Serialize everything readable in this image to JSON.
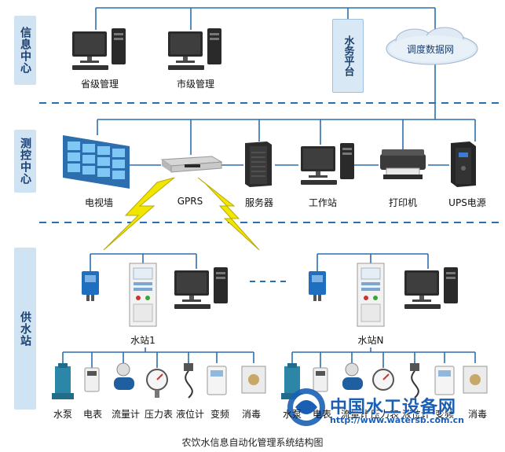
{
  "bands": {
    "info": "信息中心",
    "control": "测控中心",
    "supply": "供水站"
  },
  "info_center": {
    "provincial": "省级管理",
    "municipal": "市级管理",
    "platform": "水务平台",
    "cloud": "调度数据网"
  },
  "control_center": {
    "video_wall": "电视墙",
    "gprs": "GPRS",
    "server": "服务器",
    "workstation": "工作站",
    "printer": "打印机",
    "ups": "UPS电源"
  },
  "stations": {
    "station1": "水站1",
    "stationN": "水站N"
  },
  "equipment": [
    "水泵",
    "电表",
    "流量计",
    "压力表",
    "液位计",
    "变频",
    "消毒"
  ],
  "equipment_right_visible": [
    "水泵",
    "电表",
    "流量计",
    "压力表",
    "液位计",
    "变频",
    "消毒"
  ],
  "caption": "农饮水信息自动化管理系统结构图",
  "watermark": {
    "title": "中国水工设备网",
    "url": "http://www.watersb.com.cn"
  },
  "colors": {
    "line": "#2c6fb0",
    "band": "#cfe3f3",
    "lightning": "#f2e600"
  }
}
